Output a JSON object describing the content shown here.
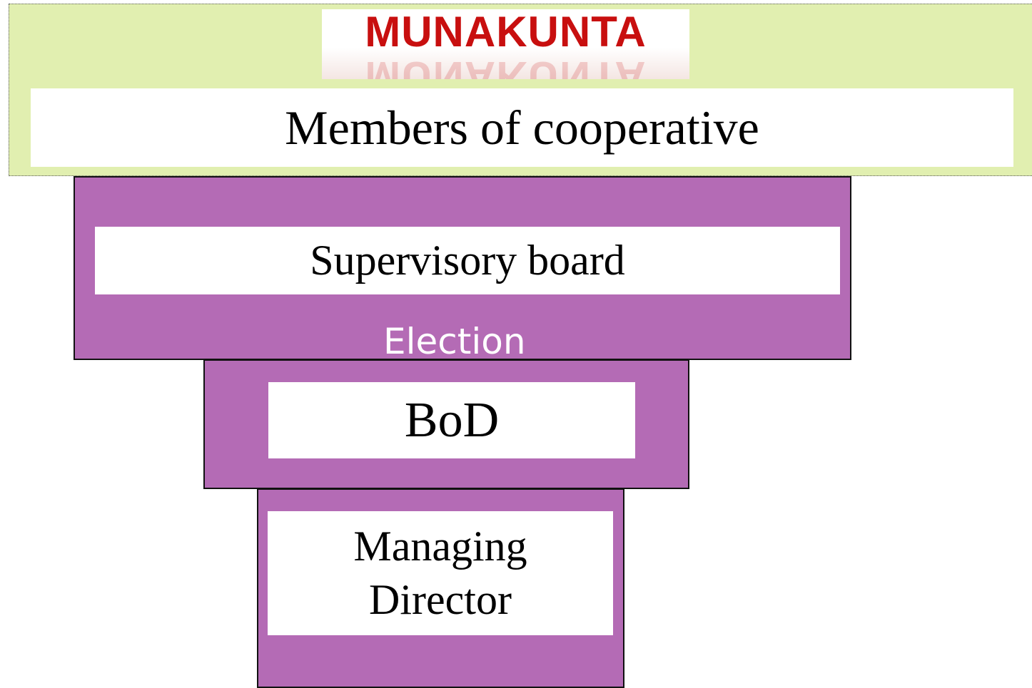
{
  "logo": {
    "text": "MUNAKUNTA"
  },
  "levels": {
    "members": "Members of cooperative",
    "supervisory_board": "Supervisory board",
    "election_label": "Election",
    "bod": "BoD",
    "managing_director_line1": "Managing",
    "managing_director_line2": "Director"
  },
  "colors": {
    "top_panel": "#e1efb0",
    "level_fill": "#b46bb5",
    "logo_red": "#c80f0f",
    "box_fill": "#ffffff"
  }
}
